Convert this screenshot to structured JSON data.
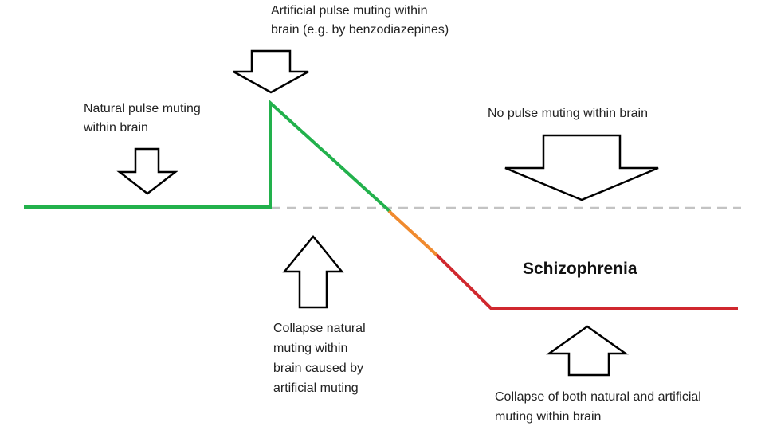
{
  "labels": {
    "artificial_muting": [
      "Artificial pulse muting within",
      "brain (e.g. by benzodiazepines)"
    ],
    "natural_muting": [
      "Natural pulse muting",
      "within brain"
    ],
    "no_muting": [
      "No pulse muting within brain"
    ],
    "collapse_natural": [
      "Collapse natural",
      "muting within",
      "brain caused by",
      "artificial muting"
    ],
    "collapse_both": [
      "Collapse of both natural and artificial",
      "muting within brain"
    ],
    "condition": "Schizophrenia"
  },
  "colors": {
    "green": "#22b14c",
    "orange": "#f08a2e",
    "red": "#d0282e",
    "baseline": "#c3c3c3",
    "arrow_outline": "#000000"
  },
  "icons": {
    "down_arrow": "down-arrow-icon",
    "up_arrow": "up-arrow-icon"
  }
}
